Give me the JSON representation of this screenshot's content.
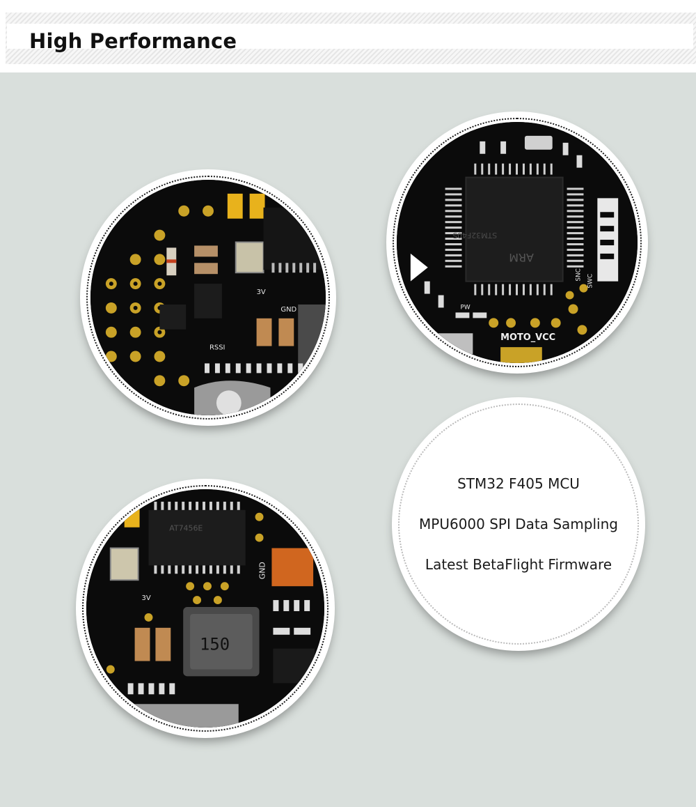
{
  "header": {
    "title": "High Performance"
  },
  "features": {
    "items": [
      "STM32 F405 MCU",
      "MPU6000 SPI Data Sampling",
      "Latest BetaFlight Firmware"
    ]
  },
  "pcb_images": {
    "top_left": {
      "labels": [
        "RSSI",
        "3V",
        "GND"
      ]
    },
    "top_right": {
      "labels": [
        "MOTO_VCC",
        "PW",
        "SNC",
        "SWC",
        "ARM",
        "STM32F405"
      ]
    },
    "bottom_left": {
      "labels": [
        "GND",
        "3V",
        "150",
        "AT7456E"
      ]
    }
  },
  "colors": {
    "background": "#d9dfdc",
    "pcb": "#0b0b0b",
    "gold": "#c9a227",
    "header_text": "#111111"
  }
}
